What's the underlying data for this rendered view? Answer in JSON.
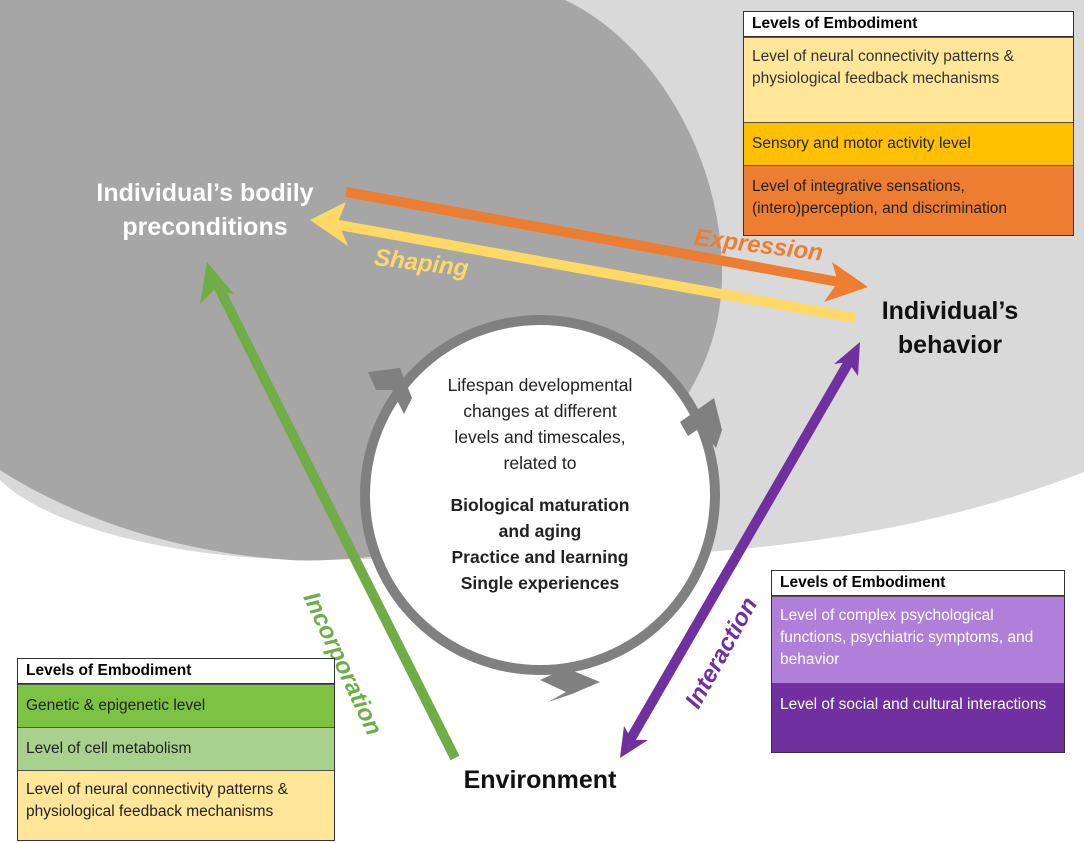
{
  "nodes": {
    "bodily_line1": "Individual’s bodily",
    "bodily_line2": "preconditions",
    "behavior_line1": "Individual’s",
    "behavior_line2": "behavior",
    "environment": "Environment"
  },
  "arrows": {
    "expression": "Expression",
    "shaping": "Shaping",
    "incorporation": "Incorporation",
    "interaction": "Interaction"
  },
  "cycle": {
    "line1": "Lifespan developmental",
    "line2": "changes at different",
    "line3": "levels and timescales,",
    "line4": "related to",
    "bold1": "Biological maturation",
    "bold2": "and aging",
    "bold3": "Practice and learning",
    "bold4": "Single experiences"
  },
  "levels_top": {
    "title": "Levels of Embodiment",
    "rows": [
      "Level of neural connectivity patterns & physiological feedback mechanisms",
      "Sensory and motor activity level",
      "Level of integrative sensations, (intero)perception, and discrimination"
    ]
  },
  "levels_right": {
    "title": "Levels of Embodiment",
    "rows": [
      "Level of complex psychological functions, psychiatric symptoms, and behavior",
      "Level of social and cultural interactions"
    ]
  },
  "levels_left": {
    "title": "Levels of Embodiment",
    "rows": [
      "Genetic & epigenetic level",
      "Level of cell metabolism",
      "Level of neural connectivity patterns & physiological feedback mechanisms"
    ]
  },
  "colors": {
    "outer_region": "#D9D9D9",
    "inner_region": "#A6A6A6",
    "cycle": "#808080",
    "expression": "#ED7D31",
    "shaping": "#FFD966",
    "incorporation": "#70AD47",
    "interaction": "#7030A0"
  }
}
